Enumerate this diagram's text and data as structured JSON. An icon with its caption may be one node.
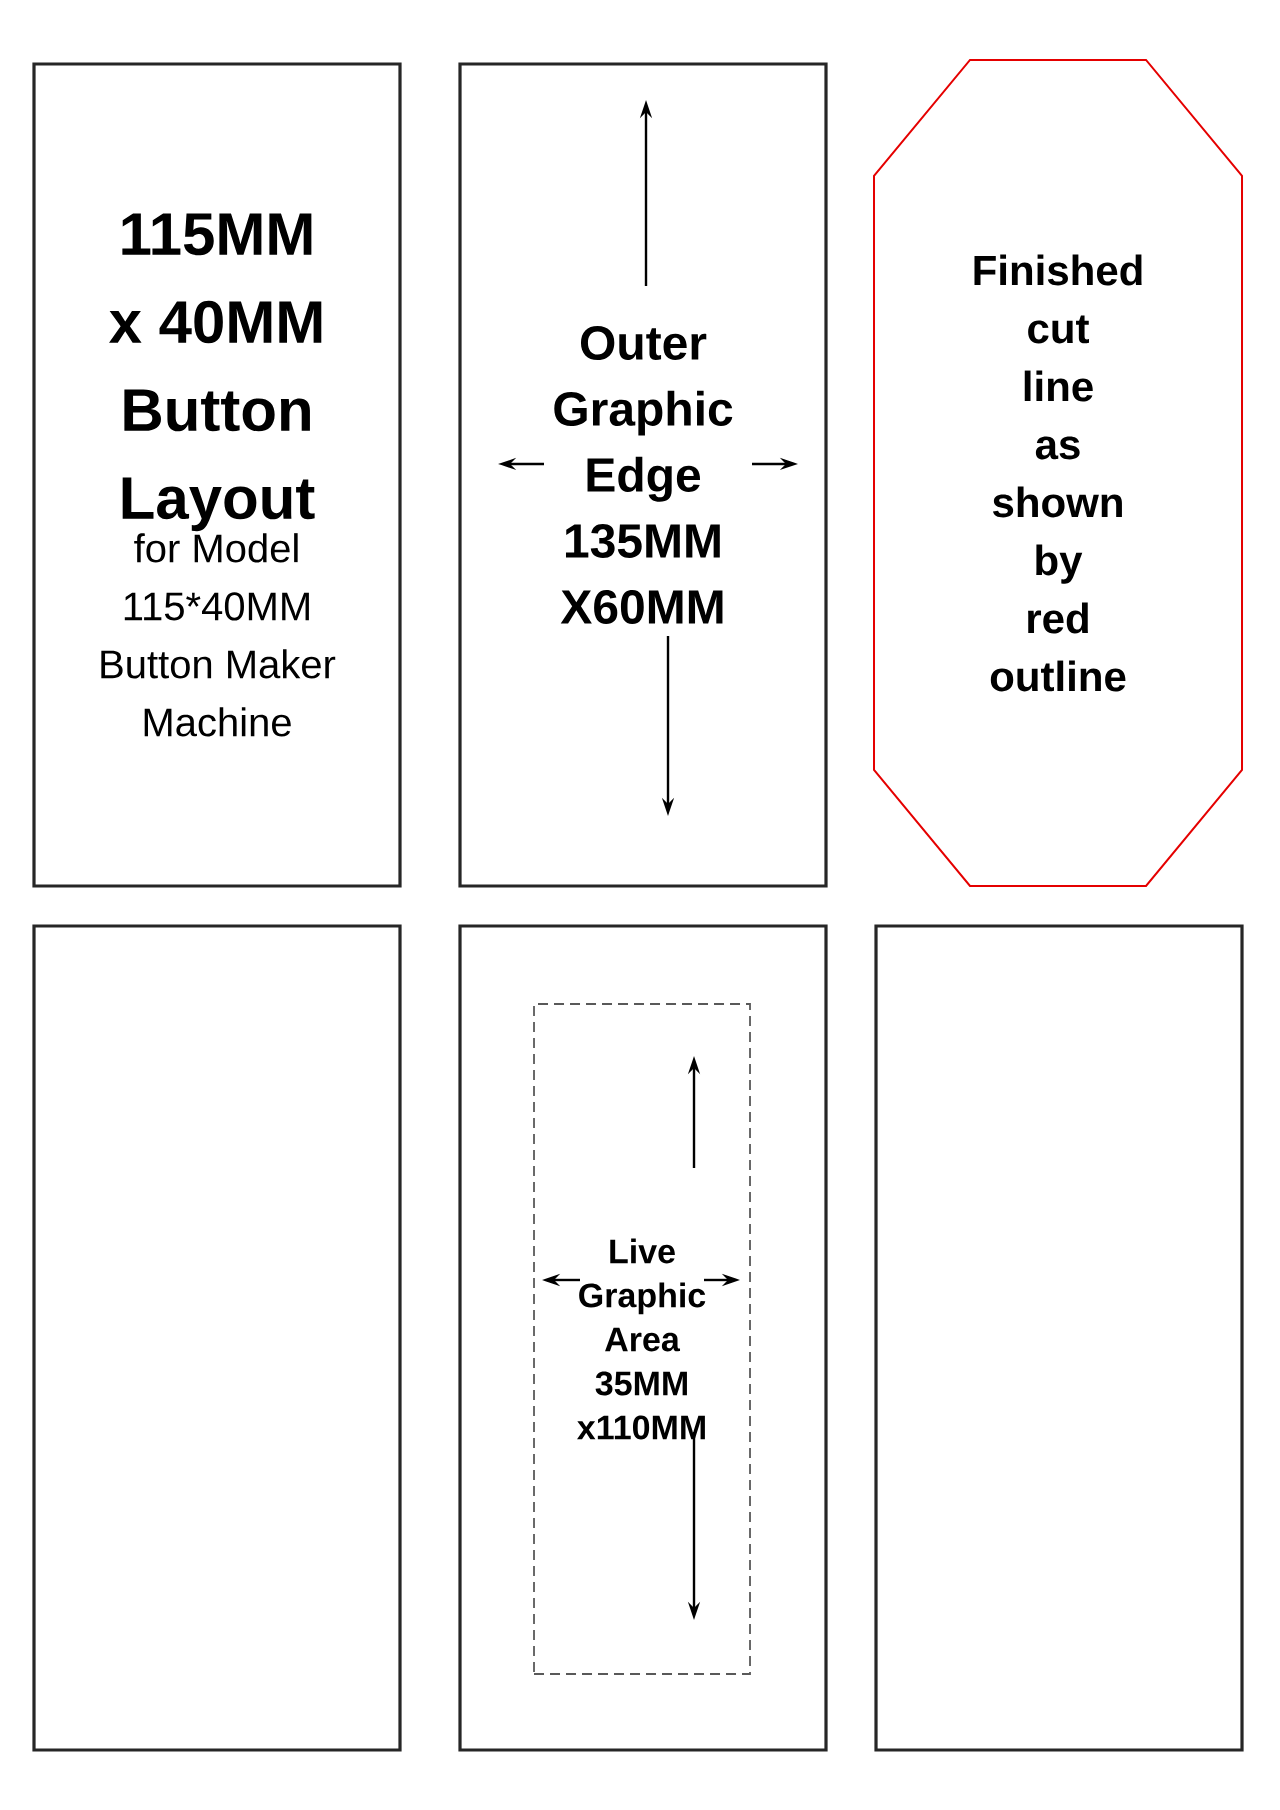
{
  "diagram": {
    "nodes": [
      {
        "text": [
          "115MM x 40MM Button Layout",
          "for Model 115*40MM Button Maker Machine"
        ]
      },
      {
        "text": [
          "Outer Graphic Edge 135MM X60MM"
        ]
      },
      {
        "text": [
          "Finished cut line as shown by red outline"
        ]
      },
      {
        "text": [],
        "shape": "box"
      },
      {
        "text": [],
        "shape": "box"
      },
      {
        "text": [
          "Live Graphic Area 35MM x110MM"
        ],
        "in": 4
      },
      {
        "text": [],
        "shape": "box"
      }
    ]
  }
}
